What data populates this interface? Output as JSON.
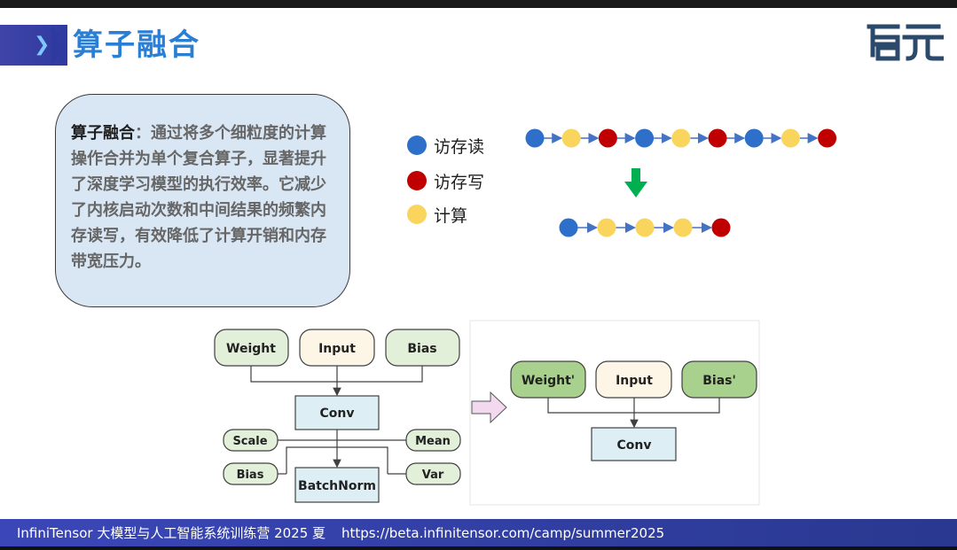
{
  "header": {
    "title": "算子融合",
    "logo_text": "启元"
  },
  "definition": {
    "term": "算子融合",
    "text": "：通过将多个细粒度的计算操作合并为单个复合算子，显著提升了深度学习模型的执行效率。它减少了内核启动次数和中间结果的频繁内存读写，有效降低了计算开销和内存带宽压力。"
  },
  "legend": [
    {
      "label": "访存读",
      "color": "#2e6fc9"
    },
    {
      "label": "访存写",
      "color": "#c00000"
    },
    {
      "label": "计算",
      "color": "#f9d55e"
    }
  ],
  "chains": {
    "before": [
      "read",
      "compute",
      "write",
      "read",
      "compute",
      "write",
      "read",
      "compute",
      "write"
    ],
    "after": [
      "read",
      "compute",
      "compute",
      "compute",
      "write"
    ]
  },
  "graph_before": {
    "weight": "Weight",
    "input": "Input",
    "bias": "Bias",
    "conv": "Conv",
    "scale": "Scale",
    "mean": "Mean",
    "bias2": "Bias",
    "var": "Var",
    "batchnorm": "BatchNorm"
  },
  "graph_after": {
    "weight": "Weight'",
    "input": "Input",
    "bias": "Bias'",
    "conv": "Conv"
  },
  "colors": {
    "green_node": "#e2efd9",
    "green_node_dark": "#a9d18e",
    "cream_node": "#fdf6e6",
    "blue_node": "#ddeef5",
    "arrow_green": "#00b050",
    "chain_line": "#4472c4",
    "arrow_pink": "#f2d9f0"
  },
  "footer": {
    "text": "InfiniTensor 大模型与人工智能系统训练营 2025 夏",
    "url": "https://beta.infinitensor.com/camp/summer2025"
  }
}
